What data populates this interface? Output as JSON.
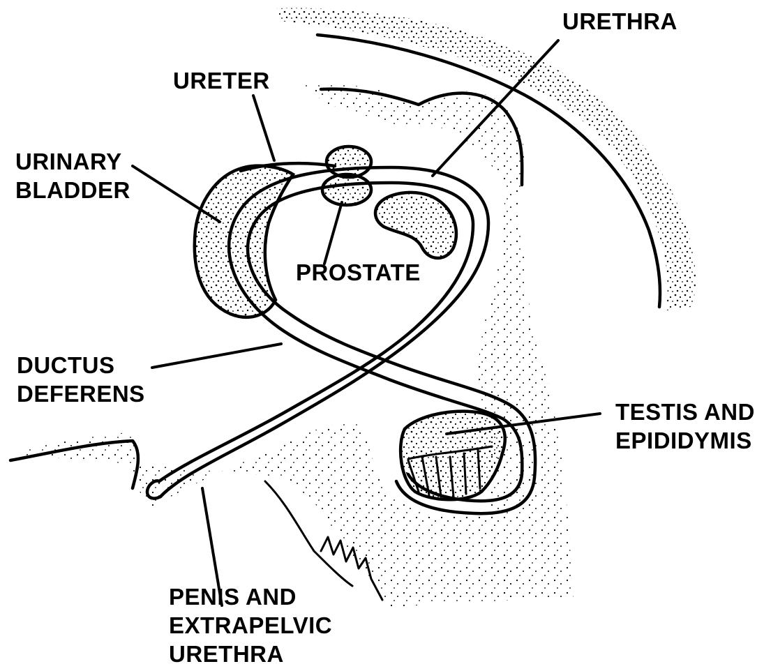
{
  "labels": {
    "urethra": [
      "URETHRA"
    ],
    "ureter": [
      "URETER"
    ],
    "urinary_bladder": [
      "URINARY",
      "BLADDER"
    ],
    "prostate": [
      "PROSTATE"
    ],
    "ductus_deferens": [
      "DUCTUS",
      "DEFERENS"
    ],
    "testis_and_epididymis": [
      "TESTIS AND",
      "EPIDIDYMIS"
    ],
    "penis_and_extrapelvic_urethra": [
      "PENIS AND",
      "EXTRAPELVIC",
      "URETHRA"
    ]
  },
  "colors": {
    "ink": "#000000",
    "background": "#ffffff"
  }
}
